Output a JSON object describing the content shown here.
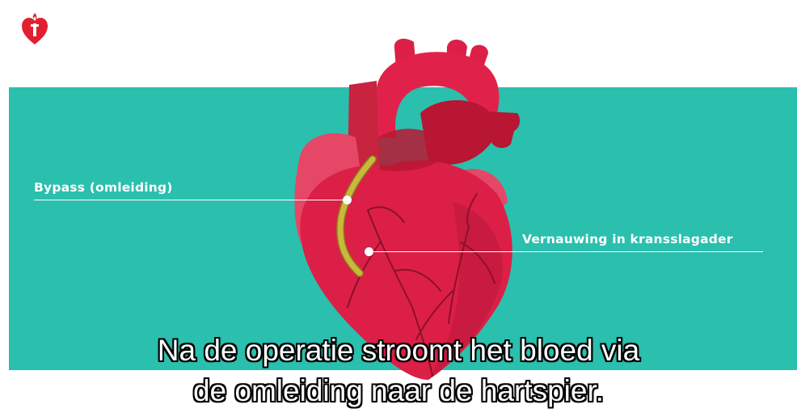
{
  "colors": {
    "teal": "#2bbfae",
    "heart_red": "#dc1f47",
    "heart_dark": "#a5132f",
    "heart_pink": "#e54767",
    "bypass_yellow": "#c9b83c",
    "logo_red": "#e0202f"
  },
  "logo": {
    "icon": "heart-torch-logo"
  },
  "illustration": {
    "icon": "heart-illustration"
  },
  "callouts": {
    "bypass": "Bypass (omleiding)",
    "stenosis": "Vernauwing in kransslagader"
  },
  "subtitles": {
    "line1": "Na de operatie stroomt het bloed via",
    "line2": "de omleiding naar de hartspier."
  }
}
